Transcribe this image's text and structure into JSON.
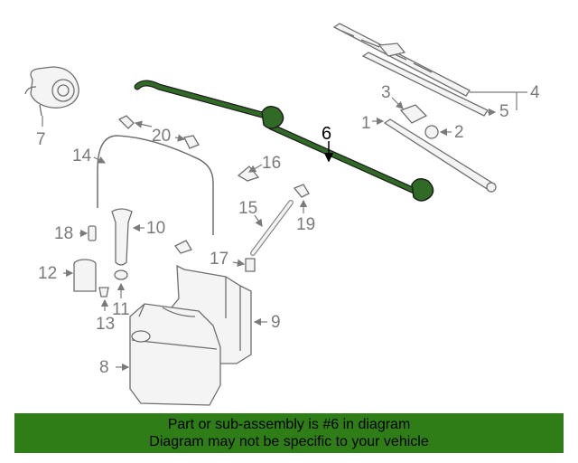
{
  "callouts": {
    "c1": "1",
    "c2": "2",
    "c3": "3",
    "c4": "4",
    "c5": "5",
    "c6": "6",
    "c7": "7",
    "c8": "8",
    "c9": "9",
    "c10": "10",
    "c11": "11",
    "c12": "12",
    "c13": "13",
    "c14": "14",
    "c15": "15",
    "c16": "16",
    "c17": "17",
    "c18": "18",
    "c19": "19",
    "c20": "20"
  },
  "highlight": {
    "callout": "6",
    "color": "#2f6b24"
  },
  "banner": {
    "line1": "Part or sub-assembly is #6 in diagram",
    "line2": "Diagram may not be specific to your vehicle",
    "background": "#2f7d17"
  }
}
